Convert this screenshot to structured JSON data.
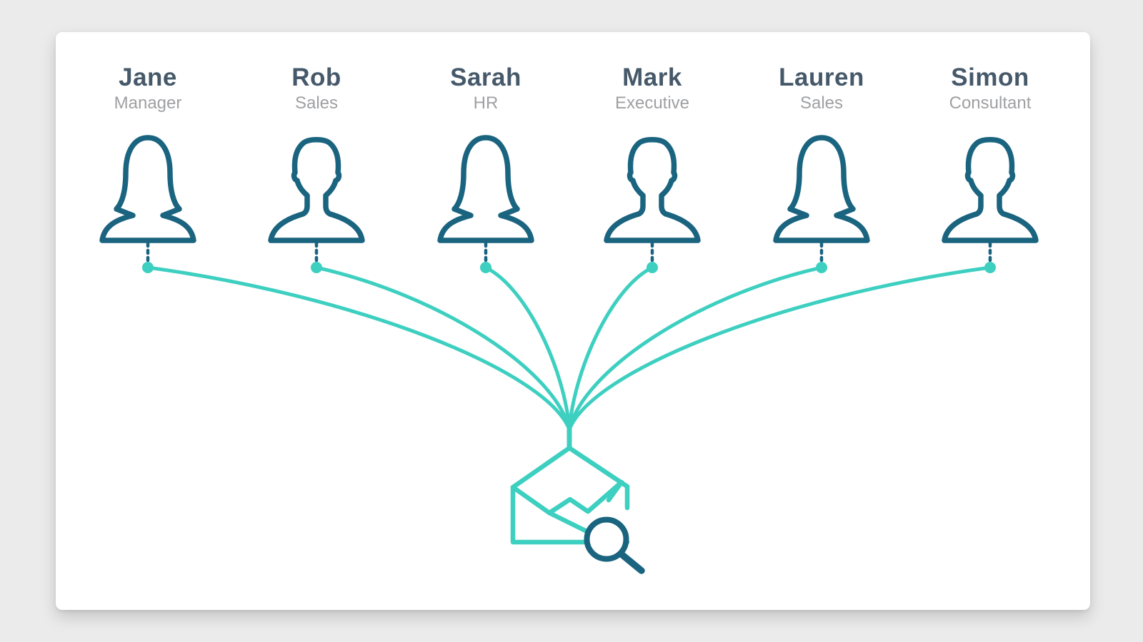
{
  "illustration": {
    "description": "Six people connected by lines funneling into a searched shared email inbox",
    "background_color": "#ebebeb",
    "card_color": "#ffffff"
  },
  "colors": {
    "outline_dark": "#1a6480",
    "accent_teal": "#3dcfc0",
    "name_text": "#46596a",
    "role_text": "#9fa0a3"
  },
  "people": [
    {
      "name": "Jane",
      "role": "Manager",
      "gender": "female",
      "icon": "female-user-icon"
    },
    {
      "name": "Rob",
      "role": "Sales",
      "gender": "male",
      "icon": "male-user-icon"
    },
    {
      "name": "Sarah",
      "role": "HR",
      "gender": "female",
      "icon": "female-user-icon"
    },
    {
      "name": "Mark",
      "role": "Executive",
      "gender": "male",
      "icon": "male-user-icon"
    },
    {
      "name": "Lauren",
      "role": "Sales",
      "gender": "female",
      "icon": "female-user-icon"
    },
    {
      "name": "Simon",
      "role": "Consultant",
      "gender": "male",
      "icon": "male-user-icon"
    }
  ],
  "center_icons": {
    "envelope": "open-envelope-icon",
    "magnifier": "search-magnifier-icon"
  }
}
